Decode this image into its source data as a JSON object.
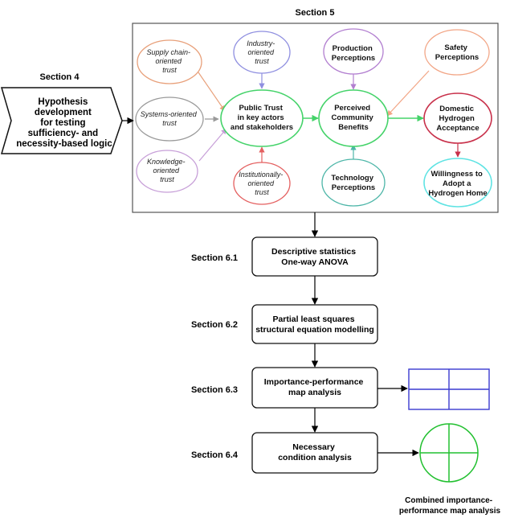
{
  "sections": {
    "s4": "Section 4",
    "s5": "Section 5",
    "s61": "Section 6.1",
    "s62": "Section 6.2",
    "s63": "Section 6.3",
    "s64": "Section 6.4"
  },
  "hypothesis": [
    "Hypothesis",
    "development",
    "for testing",
    "sufficiency- and",
    "necessity-based logic"
  ],
  "nodes": {
    "supply_chain": [
      "Supply chain-",
      "oriented",
      "trust"
    ],
    "systems": [
      "Systems-oriented",
      "trust"
    ],
    "knowledge": [
      "Knowledge-",
      "oriented",
      "trust"
    ],
    "industry": [
      "Industry-",
      "oriented",
      "trust"
    ],
    "institutional": [
      "Institutionally-",
      "oriented",
      "trust"
    ],
    "public_trust": [
      "Public Trust",
      "in key actors",
      "and stakeholders"
    ],
    "production": [
      "Production",
      "Perceptions"
    ],
    "community": [
      "Perceived",
      "Community",
      "Benefits"
    ],
    "technology": [
      "Technology",
      "Perceptions"
    ],
    "safety": [
      "Safety",
      "Perceptions"
    ],
    "domestic": [
      "Domestic",
      "Hydrogen",
      "Acceptance"
    ],
    "willingness": [
      "Willingness to",
      "Adopt a",
      "Hydrogen Home"
    ]
  },
  "steps": {
    "s61": [
      "Descriptive statistics",
      "One-way ANOVA"
    ],
    "s62": [
      "Partial least squares",
      "structural equation modelling"
    ],
    "s63": [
      "Importance-performance",
      "map analysis"
    ],
    "s64": [
      "Necessary",
      "condition analysis"
    ]
  },
  "combined_caption": [
    "Combined importance-",
    "performance map analysis"
  ],
  "colors": {
    "orange": "#e8a07a",
    "grey": "#9a9a9a",
    "purple": "#c79fd8",
    "indigo": "#8f8fe0",
    "red": "#e46060",
    "green": "#45d36a",
    "teal": "#4db6a8",
    "salmon": "#f2a585",
    "crimson": "#c8304a",
    "cyan": "#5ee3e3",
    "blue": "#3a3ad0",
    "bright_green": "#22c030"
  }
}
